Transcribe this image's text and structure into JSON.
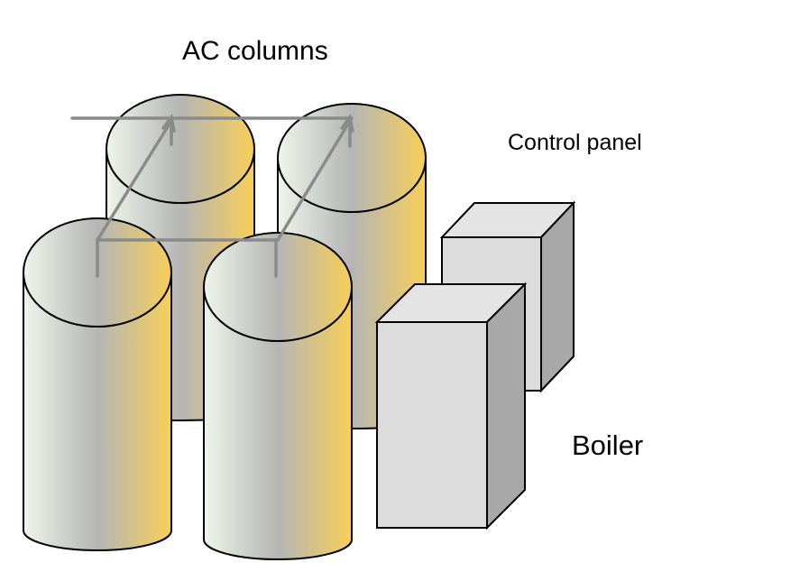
{
  "labels": {
    "title": "AC columns",
    "control_panel": "Control panel",
    "boiler": "Boiler"
  },
  "colors": {
    "cylinder_gradient": [
      "#eef5ea",
      "#b5b5b5",
      "#f7cf58"
    ],
    "box_front": "#dcdcdc",
    "box_top": "#e4e4e4",
    "box_side": "#a8a8a8",
    "pipe": "#8a8a8a",
    "outline": "#000000"
  }
}
